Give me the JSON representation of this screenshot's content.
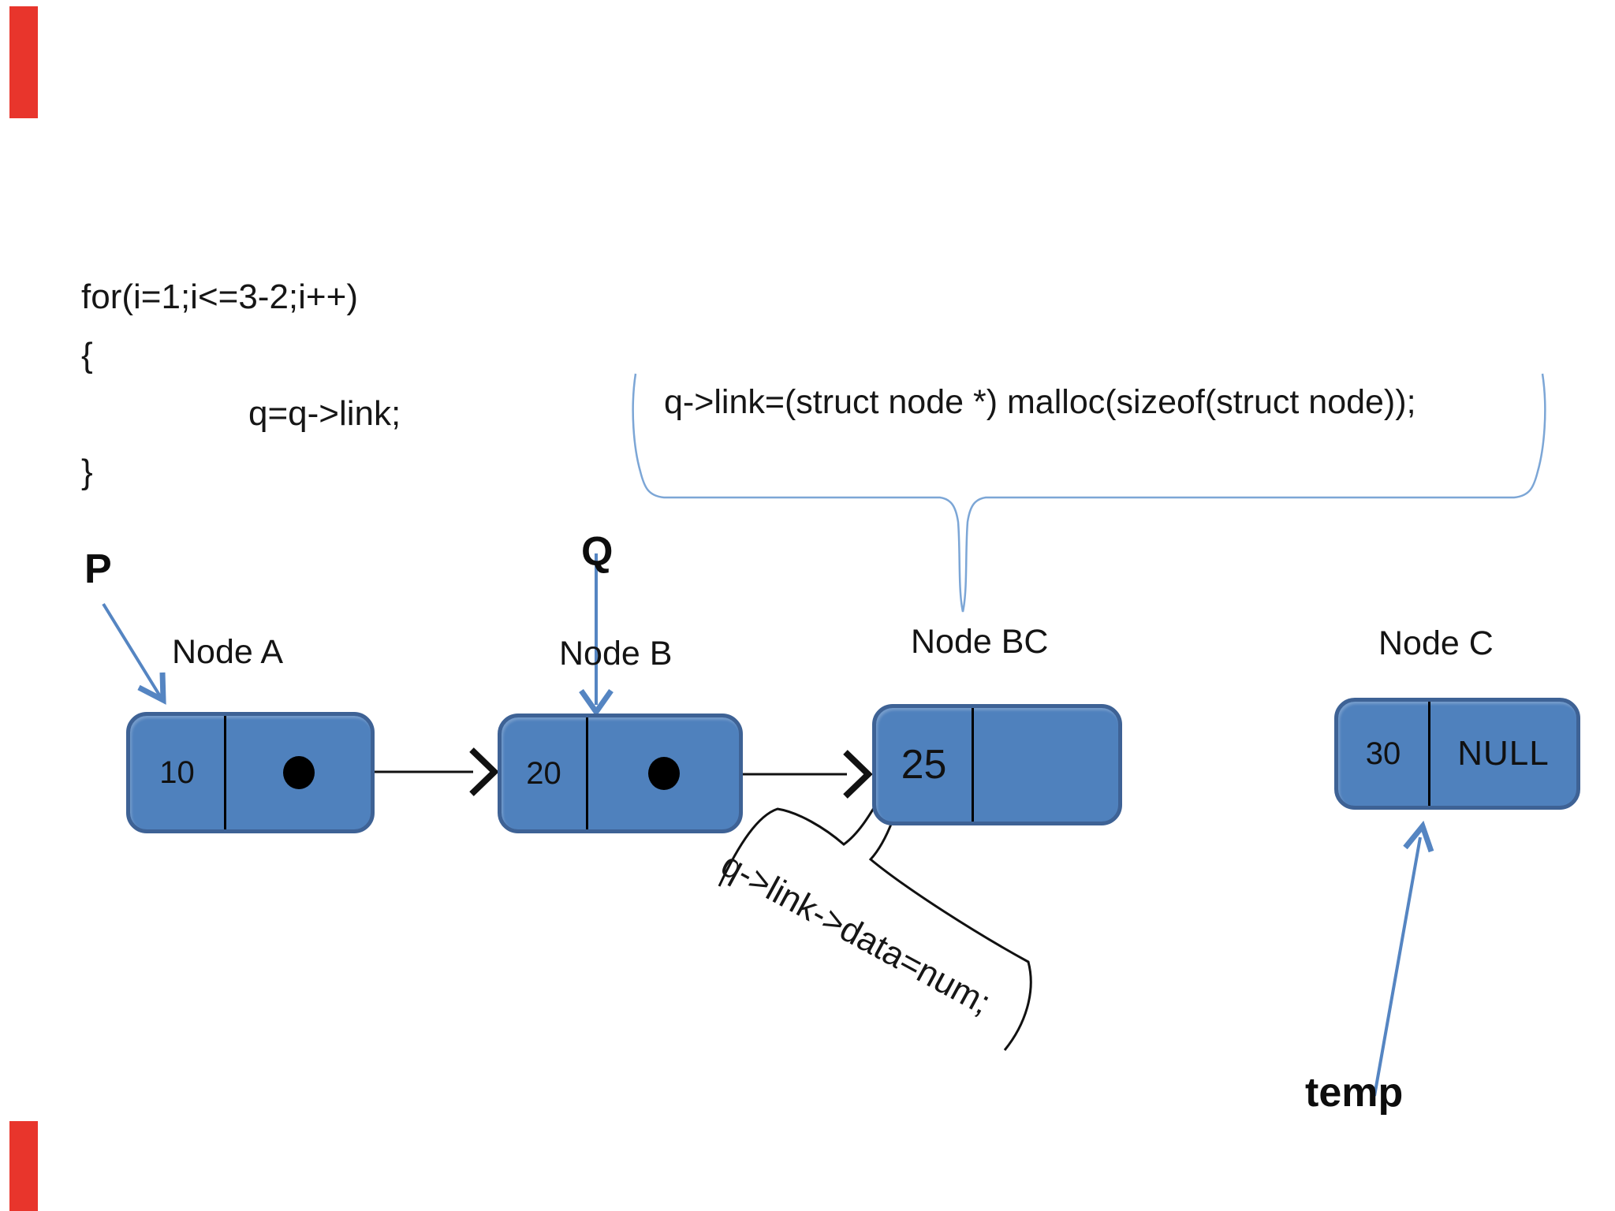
{
  "code": {
    "lines": [
      "for(i=1;i<=3-2;i++)",
      "{",
      "q=q->link;",
      "}"
    ]
  },
  "annotations": {
    "malloc": "q->link=(struct node *) malloc(sizeof(struct node));",
    "assign_data": "q->link->data=num;"
  },
  "pointers": {
    "p": "P",
    "q": "Q",
    "temp": "temp"
  },
  "nodes": [
    {
      "label": "Node A",
      "data": "10",
      "link": "pointer-dot"
    },
    {
      "label": "Node B",
      "data": "20",
      "link": "pointer-dot"
    },
    {
      "label": "Node BC",
      "data": "25",
      "link": ""
    },
    {
      "label": "Node C",
      "data": "30",
      "link": "NULL"
    }
  ],
  "colors": {
    "node_fill": "#4f81bd",
    "node_border": "#3e6295",
    "arrow_blue": "#5585c2",
    "brace_blue": "#7ca6d6",
    "ink": "#141414",
    "marker_red": "#e8352c"
  }
}
